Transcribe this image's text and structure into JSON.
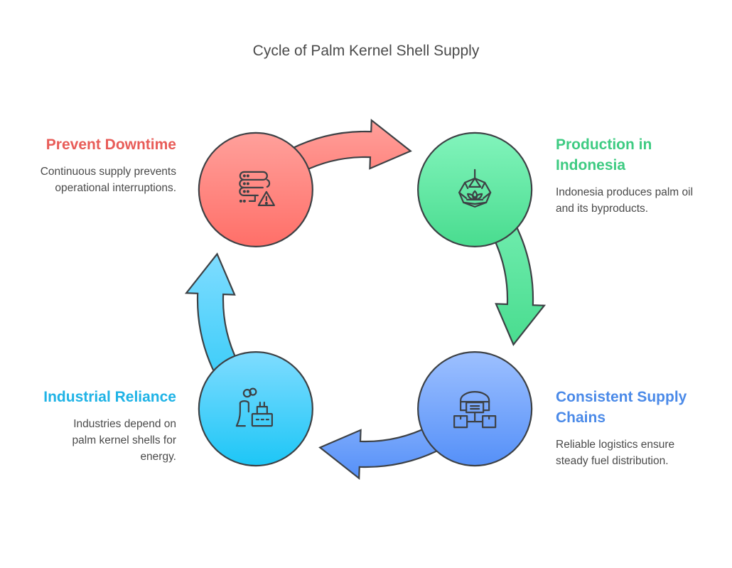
{
  "title": "Cycle of Palm Kernel Shell Supply",
  "colors": {
    "red": "#ff8f8a",
    "green": "#5ee6a0",
    "blue": "#6aa2fa",
    "cyan": "#3ccaf8",
    "outline": "#3d4145",
    "text": "#4a4a4a"
  },
  "stages": [
    {
      "id": "prevent-downtime",
      "heading": "Prevent Downtime",
      "description_lines": [
        "Continuous supply",
        "prevents operational",
        "interruptions."
      ],
      "description": "Continuous supply prevents operational interruptions.",
      "icon": "server-warning-icon",
      "color": "#e85c58"
    },
    {
      "id": "production-in-indonesia",
      "heading": "Production in Indonesia",
      "heading_lines": [
        "Production in",
        "Indonesia"
      ],
      "description": "Indonesia produces palm oil and its byproducts.",
      "icon": "lotus-lantern-icon",
      "color": "#3ecb82"
    },
    {
      "id": "consistent-supply-chains",
      "heading": "Consistent Supply Chains",
      "heading_lines": [
        "Consistent Supply",
        "Chains"
      ],
      "description": "Reliable logistics ensure steady fuel distribution.",
      "icon": "warehouse-distribution-icon",
      "color": "#4b8ae8"
    },
    {
      "id": "industrial-reliance",
      "heading": "Industrial Reliance",
      "description": "Industries depend on palm kernel shells for energy.",
      "description_lines": [
        "Industries depend on",
        "palm kernel shells for",
        "energy."
      ],
      "icon": "factory-icon",
      "color": "#1fb3e6"
    }
  ]
}
